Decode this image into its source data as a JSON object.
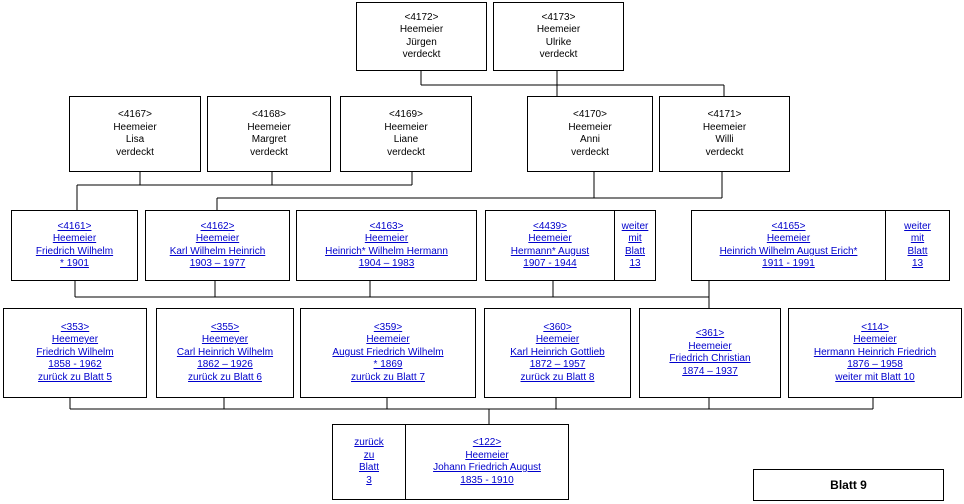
{
  "people": {
    "p4172": {
      "lines": [
        "<4172>",
        "Heemeier",
        "Jürgen",
        "verdeckt"
      ]
    },
    "p4173": {
      "lines": [
        "<4173>",
        "Heemeier",
        "Ulrike",
        "verdeckt"
      ]
    },
    "p4167": {
      "lines": [
        "<4167>",
        "Heemeier",
        "Lisa",
        "verdeckt"
      ]
    },
    "p4168": {
      "lines": [
        "<4168>",
        "Heemeier",
        "Margret",
        "verdeckt"
      ]
    },
    "p4169": {
      "lines": [
        "<4169>",
        "Heemeier",
        "Liane",
        "verdeckt"
      ]
    },
    "p4170": {
      "lines": [
        "<4170>",
        "Heemeier",
        "Anni",
        "verdeckt"
      ]
    },
    "p4171": {
      "lines": [
        "<4171>",
        "Heemeier",
        "Willi",
        "verdeckt"
      ]
    },
    "p4161": {
      "lines": [
        "<4161>",
        "Heemeier",
        "Friedrich Wilhelm",
        "* 1901"
      ]
    },
    "p4162": {
      "lines": [
        "<4162>",
        "Heemeier",
        "Karl Wilhelm Heinrich",
        "1903 – 1977"
      ]
    },
    "p4163": {
      "lines": [
        "<4163>",
        "Heemeier",
        "Heinrich* Wilhelm Hermann",
        "1904 – 1983"
      ]
    },
    "p4439": {
      "lines": [
        "<4439>",
        "Heemeier",
        "Hermann* August",
        "1907 - 1944"
      ]
    },
    "p4165": {
      "lines": [
        "<4165>",
        "Heemeier",
        "Heinrich Wilhelm August Erich*",
        "1911 - 1991"
      ]
    },
    "p353": {
      "lines": [
        "<353>",
        "Heemeyer",
        "Friedrich Wilhelm",
        "1858 - 1962",
        "zurück zu Blatt 5"
      ]
    },
    "p355": {
      "lines": [
        "<355>",
        "Heemeyer",
        "Carl Heinrich Wilhelm",
        "1862 – 1926",
        "zurück zu Blatt 6"
      ]
    },
    "p359": {
      "lines": [
        "<359>",
        "Heemeier",
        "August Friedrich Wilhelm",
        "* 1869",
        "zurück zu Blatt 7"
      ]
    },
    "p360": {
      "lines": [
        "<360>",
        "Heemeier",
        "Karl Heinrich Gottlieb",
        "1872 – 1957",
        "zurück zu Blatt 8"
      ]
    },
    "p361": {
      "lines": [
        "<361>",
        "Heemeier",
        "Friedrich Christian",
        "1874 – 1937"
      ]
    },
    "p114": {
      "lines": [
        "<114>",
        "Heemeier",
        "Hermann Heinrich Friedrich",
        "1876 – 1958",
        "weiter mit Blatt 10"
      ]
    },
    "p122": {
      "lines": [
        "<122>",
        "Heemeier",
        "Johann Friedrich August",
        "1835 - 1910"
      ]
    }
  },
  "nav": {
    "weiter_4439": {
      "lines": [
        "weiter",
        "mit",
        "Blatt",
        "13"
      ]
    },
    "weiter_4165": {
      "lines": [
        "weiter",
        "mit",
        "Blatt",
        "13"
      ]
    },
    "zurueck_122": {
      "lines": [
        "zurück",
        "zu",
        "Blatt",
        "3"
      ]
    }
  },
  "sheet_label": "Blatt 9",
  "colors": {
    "link": "#0000cc",
    "border": "#000000",
    "background": "#ffffff"
  }
}
